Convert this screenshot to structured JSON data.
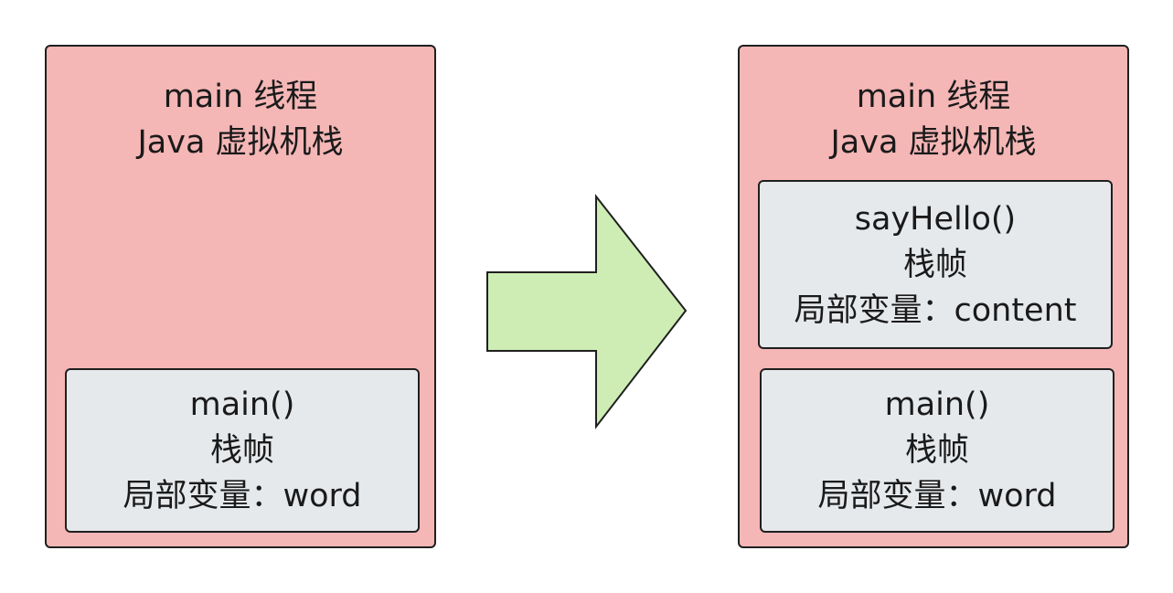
{
  "left_stack": {
    "thread_label": "main 线程",
    "stack_label": "Java 虚拟机栈",
    "frames": [
      {
        "method": "main()",
        "kind": "栈帧",
        "locals": "局部变量：word"
      }
    ]
  },
  "right_stack": {
    "thread_label": "main 线程",
    "stack_label": "Java 虚拟机栈",
    "frames": [
      {
        "method": "sayHello()",
        "kind": "栈帧",
        "locals": "局部变量：content"
      },
      {
        "method": "main()",
        "kind": "栈帧",
        "locals": "局部变量：word"
      }
    ]
  },
  "colors": {
    "stack_fill": "#f5b6b6",
    "frame_fill": "#e6e9ec",
    "arrow_fill": "#cdedb4",
    "outline": "#1f1f1f"
  }
}
